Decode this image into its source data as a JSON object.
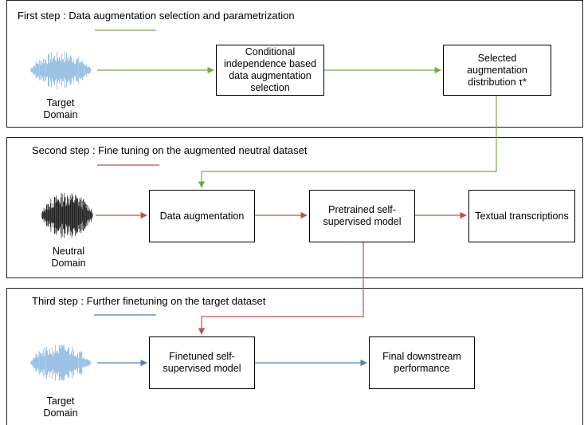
{
  "steps": [
    {
      "title": "First step :  Data augmentation selection and parametrization",
      "legend_color": "#70ad47"
    },
    {
      "title": "Second step : Fine tuning on the augmented neutral dataset",
      "legend_color": "#c0504d"
    },
    {
      "title": "Third step : Further finetuning on the target dataset",
      "legend_color": "#4f81bd"
    }
  ],
  "boxes": {
    "conditional_selection": "Conditional\nindependence based\ndata augmentation\nselection",
    "selected_distribution": "Selected\naugmentation\ndistribution τ*",
    "data_augmentation": "Data augmentation",
    "pretrained_model": "Pretrained self-\nsupervised model",
    "textual_transcriptions": "Textual transcriptions",
    "finetuned_model": "Finetuned self-\nsupervised model",
    "final_performance": "Final downstream\nperformance"
  },
  "domains": {
    "target_1": "Target\nDomain",
    "neutral": "Neutral\nDomain",
    "target_2": "Target\nDomain"
  },
  "colors": {
    "green": "#70ad47",
    "red": "#c0504d",
    "blue": "#4f81bd",
    "waveform_target": "#5b9bd5",
    "waveform_neutral": "#222222"
  }
}
